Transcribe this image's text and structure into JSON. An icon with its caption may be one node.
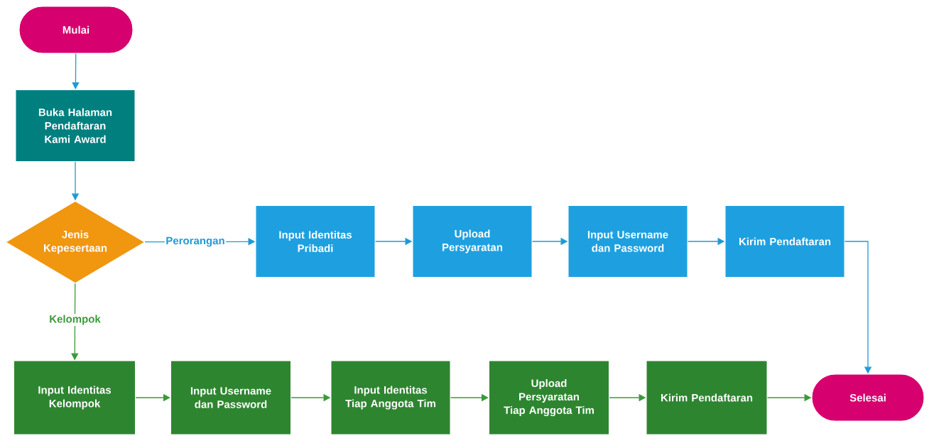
{
  "diagram": {
    "nodes": [
      {
        "text": [
          "Mulai"
        ]
      },
      {
        "text": [
          "Buka Halaman Pendaftaran Kami Award"
        ]
      },
      {
        "text": [
          "Jenis Kepesertaan"
        ]
      },
      {
        "text": [
          "Input Identitas Pribadi"
        ]
      },
      {
        "text": [
          "Upload Persyaratan"
        ]
      },
      {
        "text": [
          "Input Username dan Password"
        ]
      },
      {
        "text": [
          "Kirim Pendaftaran"
        ]
      },
      {
        "text": [
          "Input Identitas Kelompok"
        ]
      },
      {
        "text": [
          "Input Username dan Password"
        ]
      },
      {
        "text": [
          "Input Identitas Tiap Anggota Tim"
        ]
      },
      {
        "text": [
          "Upload Persyaratan Tiap Anggota Tim"
        ]
      },
      {
        "text": [
          "Kirim Pendaftaran"
        ]
      },
      {
        "text": [
          "Selesai"
        ]
      }
    ],
    "edges": [
      {
        "from": 0,
        "to": 1,
        "arrow": "to"
      },
      {
        "from": 1,
        "to": 2,
        "arrow": "to"
      },
      {
        "from": 2,
        "to": 3,
        "arrow": "to",
        "label": "Perorangan"
      },
      {
        "from": 3,
        "to": 4,
        "arrow": "to"
      },
      {
        "from": 4,
        "to": 5,
        "arrow": "to"
      },
      {
        "from": 5,
        "to": 6,
        "arrow": "to"
      },
      {
        "from": 6,
        "to": 12,
        "arrow": "to"
      },
      {
        "from": 2,
        "to": 7,
        "arrow": "to",
        "label": "Kelompok",
        "color": "#3a9a3a"
      },
      {
        "from": 7,
        "to": 8,
        "arrow": "to",
        "color": "#3a9a3a"
      },
      {
        "from": 8,
        "to": 9,
        "arrow": "to",
        "color": "#3a9a3a"
      },
      {
        "from": 9,
        "to": 10,
        "arrow": "to",
        "color": "#3a9a3a"
      },
      {
        "from": 10,
        "to": 11,
        "arrow": "to",
        "color": "#3a9a3a"
      },
      {
        "from": 11,
        "to": 12,
        "arrow": "to",
        "color": "#3a9a3a"
      }
    ]
  }
}
